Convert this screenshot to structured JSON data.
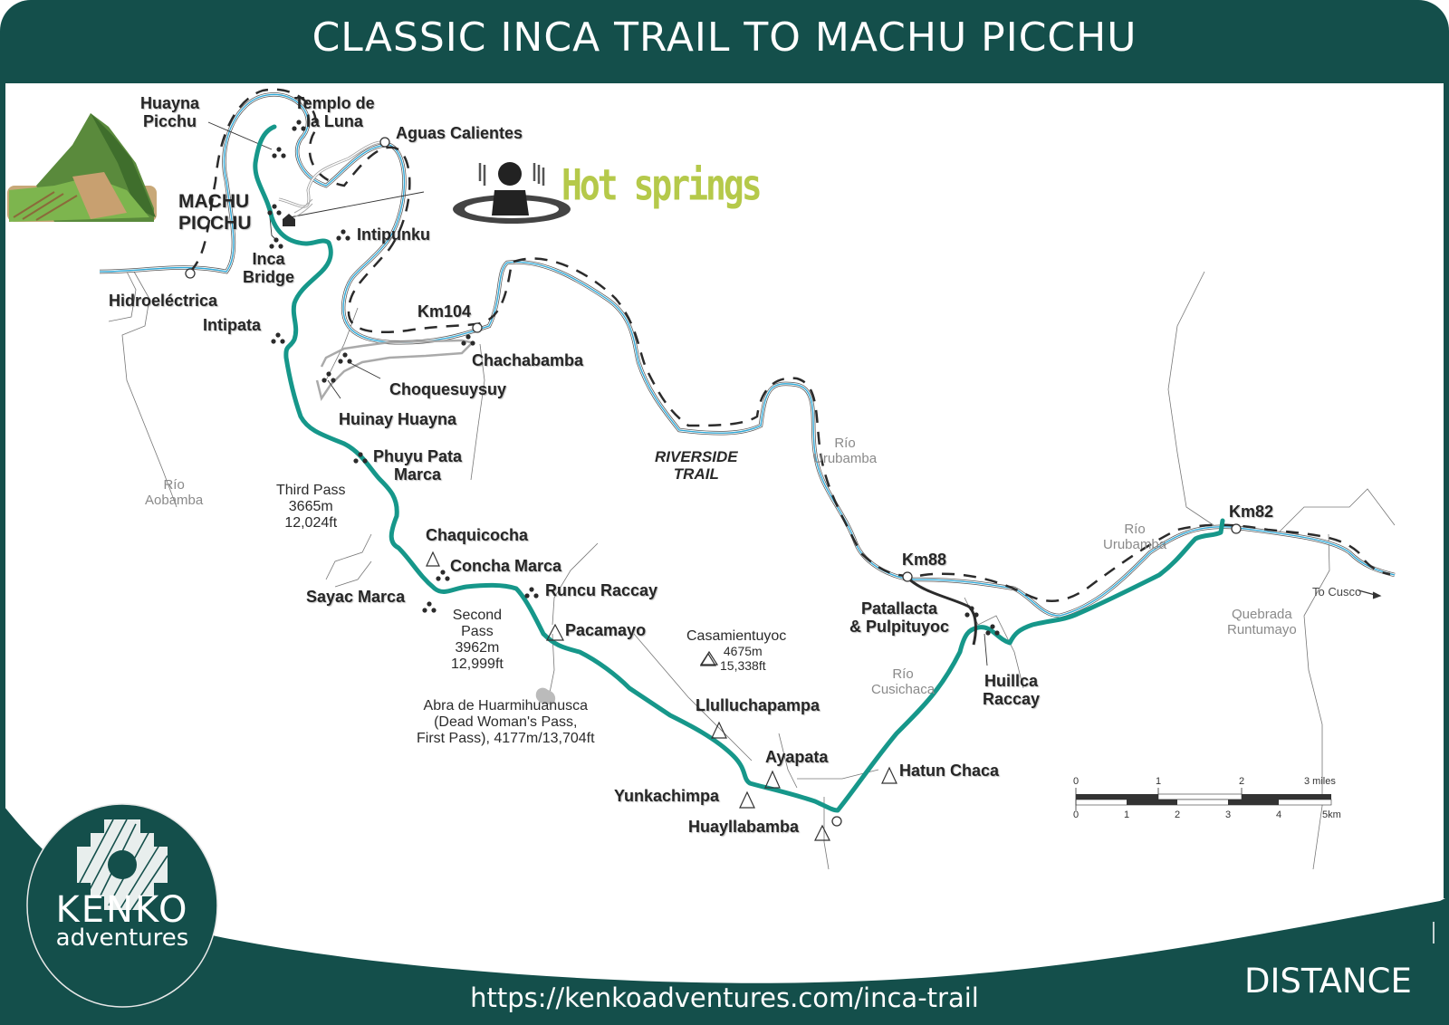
{
  "header": {
    "title": "CLASSIC INCA TRAIL TO MACHU PICCHU"
  },
  "colors": {
    "brand": "#144f4b",
    "trail": "#16978a",
    "river": "#2aa6d6",
    "hot_springs": "#b5c94a",
    "text": "#262626",
    "muted_text": "#8a8a8a"
  },
  "illustrations": {
    "machu_picchu": "machu-picchu-mountain-illustration",
    "hot_springs": {
      "icon": "hot-springs-bather-icon",
      "label": "Hot springs"
    }
  },
  "places": {
    "huayna_picchu": "Huayna\nPicchu",
    "templo_luna": "Templo de\nla Luna",
    "aguas_calientes": "Aguas Calientes",
    "machu_picchu": "MACHU\nPICCHU",
    "intipunku": "Intipunku",
    "inca_bridge": "Inca\nBridge",
    "hidroelectrica": "Hidroeléctrica",
    "intipata": "Intipata",
    "km104": "Km104",
    "chachabamba": "Chachabamba",
    "choquesuysuy": "Choquesuysuy",
    "huinay_huayna": "Huinay Huayna",
    "phuyu_pata_marca": "Phuyu Pata\nMarca",
    "third_pass": "Third Pass\n3665m\n12,024ft",
    "rio_aobamba": "Río\nAobamba",
    "chaquicocha": "Chaquicocha",
    "concha_marca": "Concha Marca",
    "sayac_marca": "Sayac Marca",
    "runcu_raccay": "Runcu Raccay",
    "second_pass": "Second\nPass\n3962m\n12,999ft",
    "pacamayo": "Pacamayo",
    "casamientuyoc": "Casamientuyoc",
    "casamientuyoc_alt": "4675m\n15,338ft",
    "abra": "Abra de Huarmihuanusca\n(Dead Woman's Pass,\nFirst Pass), 4177m/13,704ft",
    "llulluchapampa": "Llulluchapampa",
    "ayapata": "Ayapata",
    "yunkachimpa": "Yunkachimpa",
    "huayllabamba": "Huayllabamba",
    "hatun_chaca": "Hatun Chaca",
    "riverside_trail": "RIVERSIDE\nTRAIL",
    "rio_urubamba_1": "Río\nUrubamba",
    "rio_urubamba_2": "Río\nUrubamba",
    "km88": "Km88",
    "patallacta": "Patallacta\n& Pulpituyoc",
    "rio_cusichaca": "Río\nCusichaca",
    "huillca_raccay": "Huillca\nRaccay",
    "km82": "Km82",
    "to_cusco": "To Cusco",
    "quebrada_runtumayo": "Quebrada\nRuntumayo"
  },
  "scale_bar": {
    "miles_ticks": [
      "0",
      "1",
      "2",
      "3 miles"
    ],
    "km_ticks": [
      "0",
      "1",
      "2",
      "3",
      "4",
      "5km"
    ]
  },
  "footer": {
    "logo_top": "KENKO",
    "logo_bottom": "adventures",
    "url": "https://kenkoadventures.com/inca-trail",
    "distance": "DISTANCE"
  }
}
